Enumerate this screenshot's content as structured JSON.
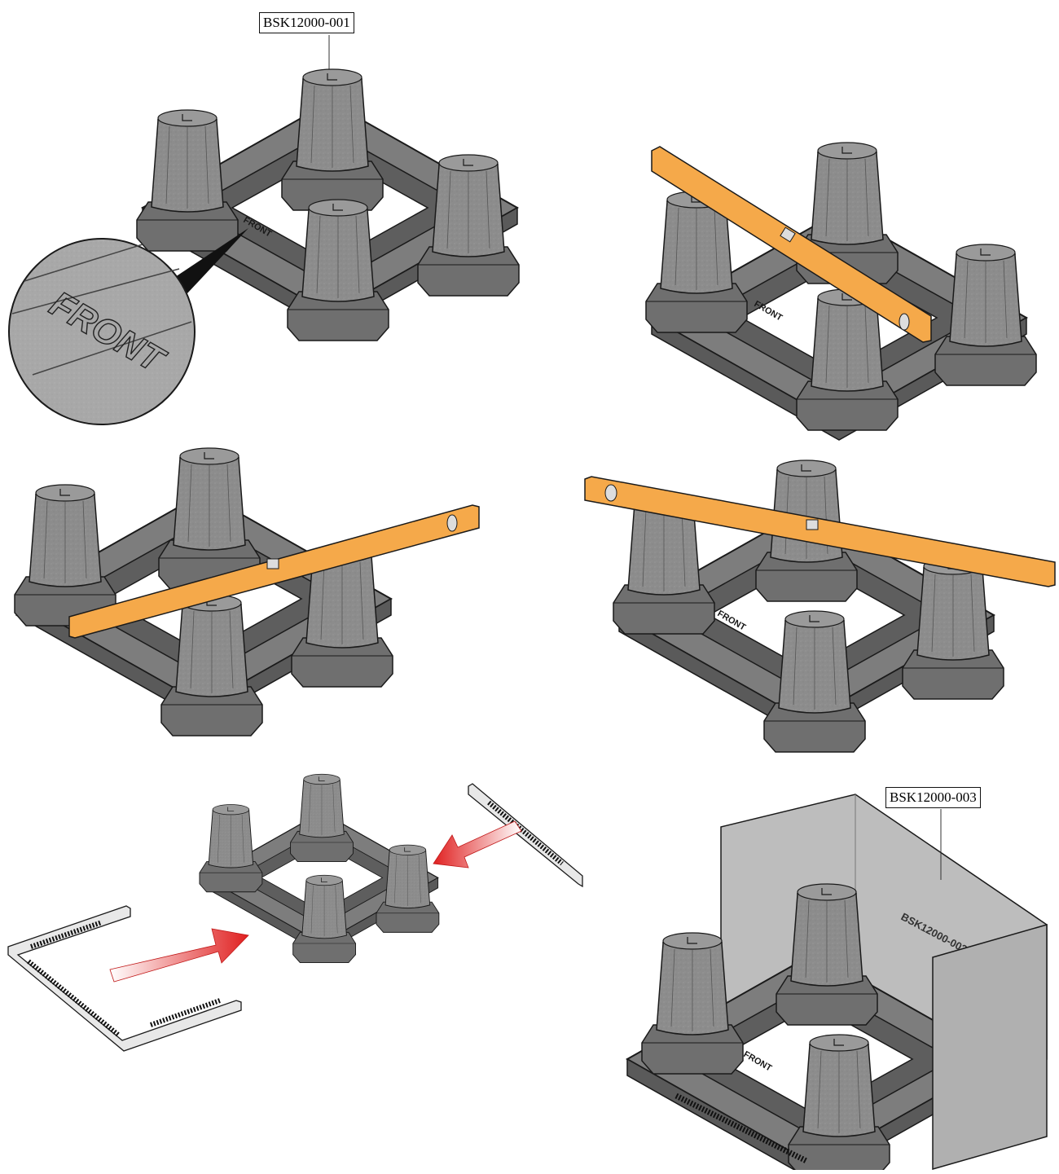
{
  "callouts": {
    "part_1": "BSK12000-001",
    "part_2": "BSK12000-003"
  },
  "embossing": {
    "front": "FRONT",
    "wall_label": "BSK12000-003"
  },
  "colors": {
    "base_dark": "#6f6f6f",
    "base_mid": "#8a8a8a",
    "base_light": "#a9a9a9",
    "level_orange": "#f5a94a",
    "arrow_red": "#e02020",
    "outline": "#1a1a1a",
    "wall_gray": "#bdbdbd"
  },
  "icons": [
    "magnifier-detail",
    "spirit-level",
    "insertion-arrow"
  ]
}
